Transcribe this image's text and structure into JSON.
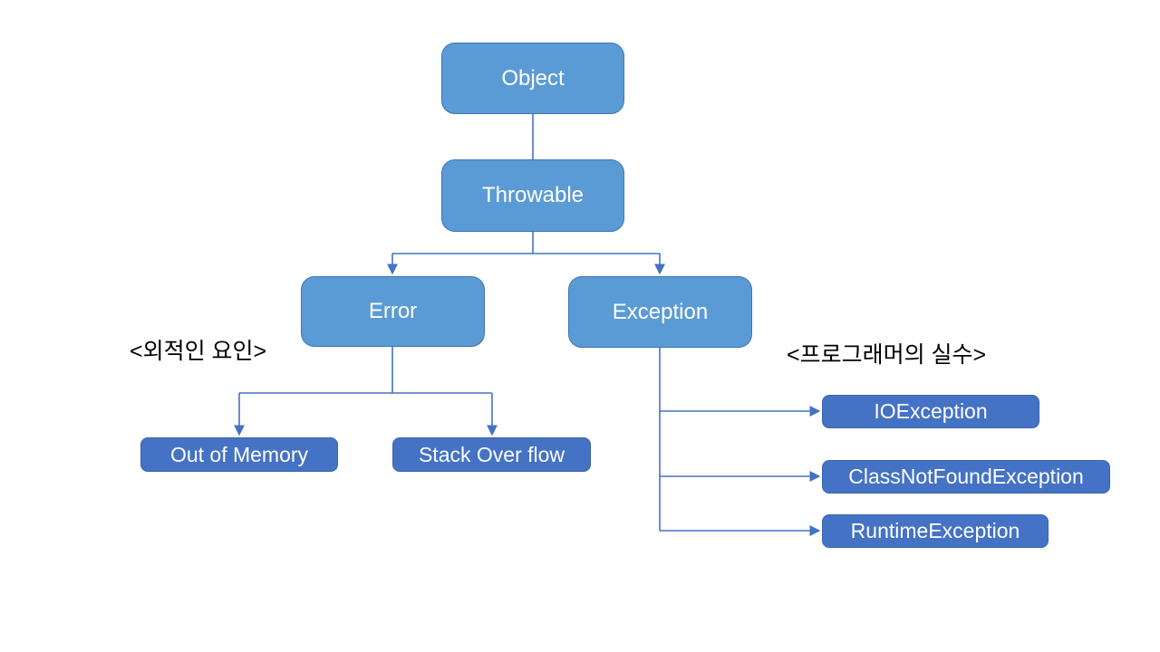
{
  "diagram": {
    "nodes": {
      "object": {
        "label": "Object"
      },
      "throwable": {
        "label": "Throwable"
      },
      "error": {
        "label": "Error"
      },
      "exception": {
        "label": "Exception"
      },
      "out_of_memory": {
        "label": "Out of Memory"
      },
      "stack_over_flow": {
        "label": "Stack Over flow"
      },
      "io_exception": {
        "label": "IOException"
      },
      "class_not_found": {
        "label": "ClassNotFoundException"
      },
      "runtime_exception": {
        "label": "RuntimeException"
      }
    },
    "edges": [
      {
        "from": "object",
        "to": "throwable"
      },
      {
        "from": "throwable",
        "to": "error"
      },
      {
        "from": "throwable",
        "to": "exception"
      },
      {
        "from": "error",
        "to": "out_of_memory"
      },
      {
        "from": "error",
        "to": "stack_over_flow"
      },
      {
        "from": "exception",
        "to": "io_exception"
      },
      {
        "from": "exception",
        "to": "class_not_found"
      },
      {
        "from": "exception",
        "to": "runtime_exception"
      }
    ],
    "annotations": {
      "left": "<외적인 요인>",
      "right": "<프로그래머의 실수>"
    },
    "colors": {
      "parent_fill": "#5B9BD5",
      "parent_border": "#4173B3",
      "child_fill": "#4472C4",
      "child_border": "#3C64AE",
      "connector": "#4472C4",
      "node_text": "#FFFFFF",
      "annotation_text": "#000000",
      "background": "#FFFFFF"
    }
  }
}
